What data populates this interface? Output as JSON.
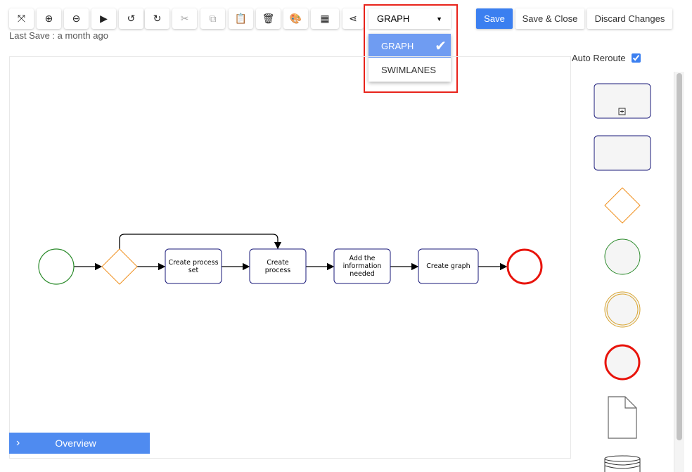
{
  "toolbar": {
    "buttons": [
      {
        "name": "fit-icon",
        "glyph": "⤧"
      },
      {
        "name": "zoom-in-icon",
        "glyph": "⊕"
      },
      {
        "name": "zoom-out-icon",
        "glyph": "⊖"
      },
      {
        "name": "play-icon",
        "glyph": "▶"
      },
      {
        "name": "undo-icon",
        "glyph": "↺"
      },
      {
        "name": "redo-icon",
        "glyph": "↻"
      },
      {
        "name": "cut-icon",
        "glyph": "✂"
      },
      {
        "name": "copy-icon",
        "glyph": "⧉"
      },
      {
        "name": "paste-icon",
        "glyph": "📋"
      },
      {
        "name": "delete-icon",
        "glyph": "🗑"
      },
      {
        "name": "palette-icon",
        "glyph": "🎨"
      },
      {
        "name": "grid-off-icon",
        "glyph": "▦"
      },
      {
        "name": "share-icon",
        "glyph": "⋖"
      }
    ],
    "last_save": "Last Save : a month ago",
    "view_select": "GRAPH",
    "view_options": [
      "GRAPH",
      "SWIMLANES"
    ],
    "save": "Save",
    "save_close": "Save & Close",
    "discard": "Discard Changes"
  },
  "auto_reroute": "Auto Reroute",
  "overview": "Overview",
  "diagram": {
    "tasks": [
      "Create process set",
      "Create process",
      "Add the information needed",
      "Create graph"
    ]
  },
  "colors": {
    "accent": "#3b7ff0",
    "highlight": "#e8231b"
  }
}
